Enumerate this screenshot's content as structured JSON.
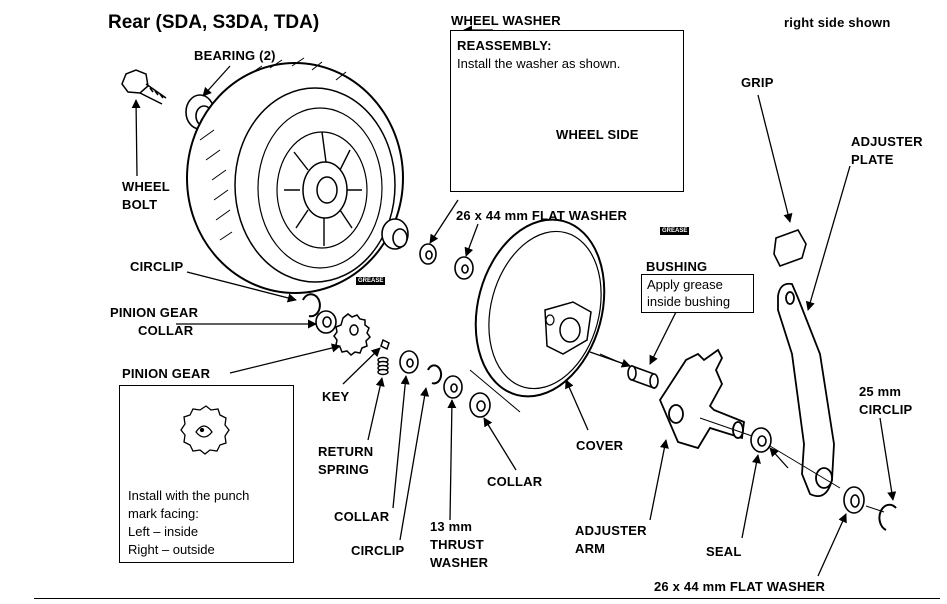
{
  "title": "Rear (SDA, S3DA, TDA)",
  "side_note": "right side shown",
  "labels": {
    "wheel_washer": "WHEEL WASHER",
    "bearing": "BEARING (2)",
    "wheel_bolt_1": "WHEEL",
    "wheel_bolt_2": "BOLT",
    "circlip_left": "CIRCLIP",
    "pinion_collar_1": "PINION GEAR",
    "pinion_collar_2": "COLLAR",
    "pinion_gear": "PINION GEAR",
    "key": "KEY",
    "return_spring_1": "RETURN",
    "return_spring_2": "SPRING",
    "collar_left": "COLLAR",
    "circlip_bottom": "CIRCLIP",
    "thrust_1": "13 mm",
    "thrust_2": "THRUST",
    "thrust_3": "WASHER",
    "collar_right": "COLLAR",
    "cover": "COVER",
    "flat_washer_top": "26 x 44 mm FLAT WASHER",
    "bushing": "BUSHING",
    "grip": "GRIP",
    "adjuster_plate_1": "ADJUSTER",
    "adjuster_plate_2": "PLATE",
    "circlip25_1": "25 mm",
    "circlip25_2": "CIRCLIP",
    "adjuster_arm_1": "ADJUSTER",
    "adjuster_arm_2": "ARM",
    "seal": "SEAL",
    "flat_washer_bottom": "26 x 44 mm FLAT WASHER",
    "grease": "GREASE"
  },
  "reassembly_box": {
    "heading": "REASSEMBLY:",
    "text": "Install the washer as shown.",
    "wheel_side": "WHEEL SIDE"
  },
  "bushing_box": {
    "line1": "Apply grease",
    "line2": "inside bushing"
  },
  "pinion_box": {
    "line1": "Install with the punch",
    "line2": "mark facing:",
    "line3": "Left – inside",
    "line4": "Right – outside"
  }
}
